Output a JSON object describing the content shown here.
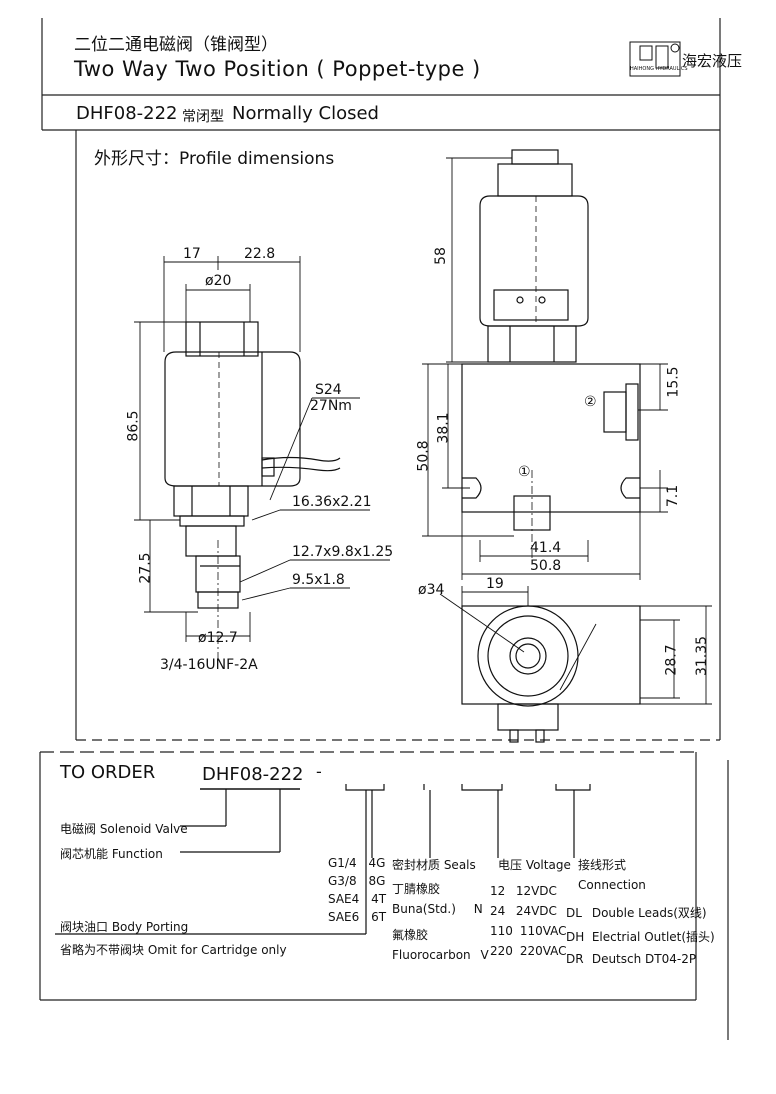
{
  "header": {
    "title_cn": "二位二通电磁阀（锥阀型）",
    "title_en": "Two Way Two Position ( Poppet-type )",
    "logo_brand": "HAIHONG HYDRAULICS",
    "company_cn": "海宏液压"
  },
  "model": {
    "code": "DHF08-222",
    "type_cn": "常闭型",
    "type_en": "Normally Closed"
  },
  "profile": {
    "heading": "外形尺寸：Profile dimensions",
    "side_view": {
      "dim_17": "17",
      "dim_22_8": "22.8",
      "dim_phi20": "ø20",
      "dim_86_5": "86.5",
      "dim_s24": "S24",
      "dim_27nm": "27Nm",
      "dim_16_36": "16.36x2.21",
      "dim_12_7x9_8": "12.7x9.8x1.25",
      "dim_27_5": "27.5",
      "dim_9_5": "9.5x1.8",
      "dim_phi12_7": "ø12.7",
      "thread": "3/4-16UNF-2A"
    },
    "front_view": {
      "dim_58": "58",
      "dim_15_5": "15.5",
      "port2": "②",
      "dim_38_1": "38.1",
      "dim_50_8v": "50.8",
      "port1": "①",
      "dim_7_1": "7.1",
      "dim_41_4": "41.4",
      "dim_50_8h": "50.8"
    },
    "top_view": {
      "dim_19": "19",
      "dim_phi34": "ø34",
      "dim_28_7": "28.7",
      "dim_31_35": "31.35"
    }
  },
  "order": {
    "heading": "TO ORDER",
    "code": "DHF08-222",
    "sep": "-",
    "solenoid_valve": "电磁阀 Solenoid Valve",
    "function": "阀芯机能 Function",
    "body_porting": "阀块油口 Body Porting",
    "omit": "省略为不带阀块 Omit for Cartridge only",
    "ports": [
      {
        "code": "G1/4",
        "val": "4G"
      },
      {
        "code": "G3/8",
        "val": "8G"
      },
      {
        "code": "SAE4",
        "val": "4T"
      },
      {
        "code": "SAE6",
        "val": "6T"
      }
    ],
    "seals_heading": "密封材质 Seals",
    "seals": [
      {
        "cn": "丁腈橡胶",
        "en": "Buna(Std.)",
        "val": "N"
      },
      {
        "cn": "氟橡胶",
        "en": "Fluorocarbon",
        "val": "V"
      }
    ],
    "voltage_heading": "电压 Voltage",
    "voltages": [
      {
        "code": "12",
        "val": "12VDC"
      },
      {
        "code": "24",
        "val": "24VDC"
      },
      {
        "code": "110",
        "val": "110VAC"
      },
      {
        "code": "220",
        "val": "220VAC"
      }
    ],
    "connection_heading_cn": "接线形式",
    "connection_heading_en": "Connection",
    "connections": [
      {
        "code": "DL",
        "val": "Double Leads(双线)"
      },
      {
        "code": "DH",
        "val": "Electrial Outlet(插头)"
      },
      {
        "code": "DR",
        "val": "Deutsch DT04-2P"
      }
    ]
  }
}
